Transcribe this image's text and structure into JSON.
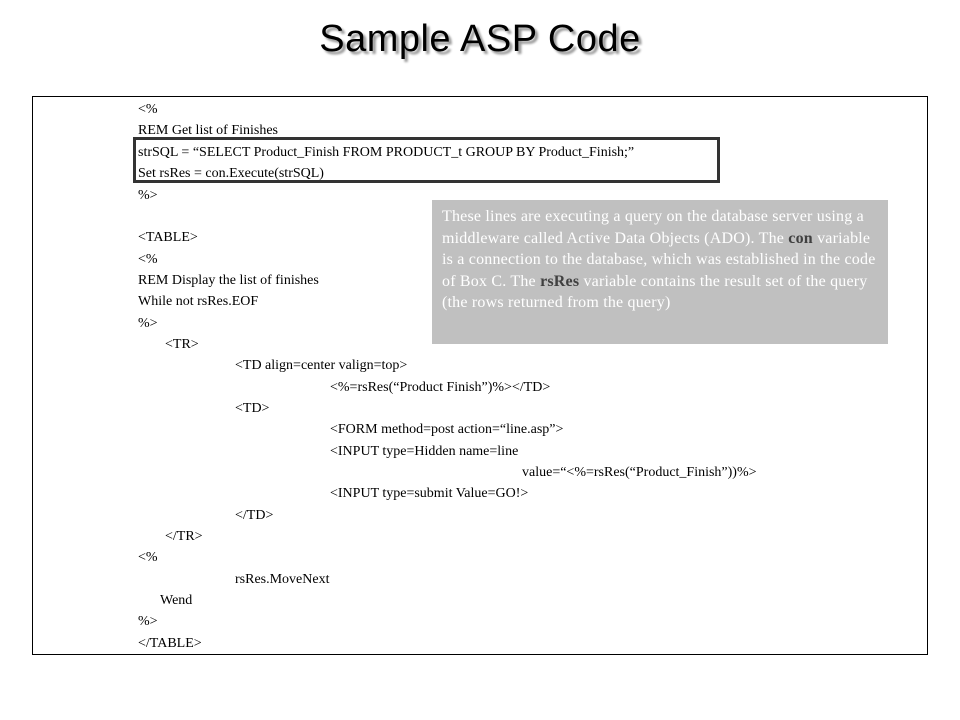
{
  "title": "Sample ASP Code",
  "code_lines": [
    "<%",
    "REM Get list of Finishes",
    "strSQL = “SELECT Product_Finish FROM PRODUCT_t GROUP BY Product_Finish;”",
    "Set rsRes = con.Execute(strSQL)",
    "%>",
    "<TABLE>",
    "<%",
    "REM Display the list of finishes",
    "While not rsRes.EOF",
    "%>",
    "<TR>",
    "<TD align=center valign=top>",
    "<%=rsRes(“Product Finish”)%></TD>",
    "<TD>",
    "<FORM method=post action=“line.asp”>",
    "<INPUT type=Hidden name=line",
    "value=“<%=rsRes(“Product_Finish”))%>",
    "<INPUT type=submit Value=GO!>",
    "</TD>",
    "</TR>",
    "<%",
    "rsRes.MoveNext",
    "Wend",
    "%>",
    "</TABLE>"
  ],
  "note": {
    "part1": "These lines are executing a query on the database server using a middleware called Active Data Objects (ADO). The ",
    "bold1": "con",
    "part2": " variable is a connection to the database, which was established in the code of Box C. The ",
    "bold2": "rsRes",
    "part3": " variable contains the result set of the query (the rows returned from the query)"
  }
}
